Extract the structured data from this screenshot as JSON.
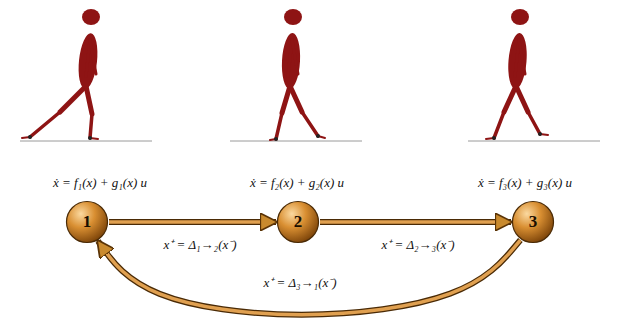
{
  "diagram": {
    "nodes": [
      {
        "text": [
          "1"
        ]
      },
      {
        "text": [
          "2"
        ]
      },
      {
        "text": [
          "3"
        ]
      }
    ],
    "edges": [
      {
        "from": 0,
        "to": 1,
        "arrow": "to",
        "label": "x⁺ = Δ₁→₂(x⁻)"
      },
      {
        "from": 1,
        "to": 2,
        "arrow": "to",
        "label": "x⁺ = Δ₂→₃(x⁻)"
      },
      {
        "from": 2,
        "to": 0,
        "arrow": "to",
        "label": "x⁺ = Δ₃→₁(x⁻)"
      }
    ],
    "labels": [
      "ẋ = f₁(x) + g₁(x) u",
      "ẋ = f₂(x) + g₂(x) u",
      "ẋ = f₃(x) + g₃(x) u"
    ]
  }
}
